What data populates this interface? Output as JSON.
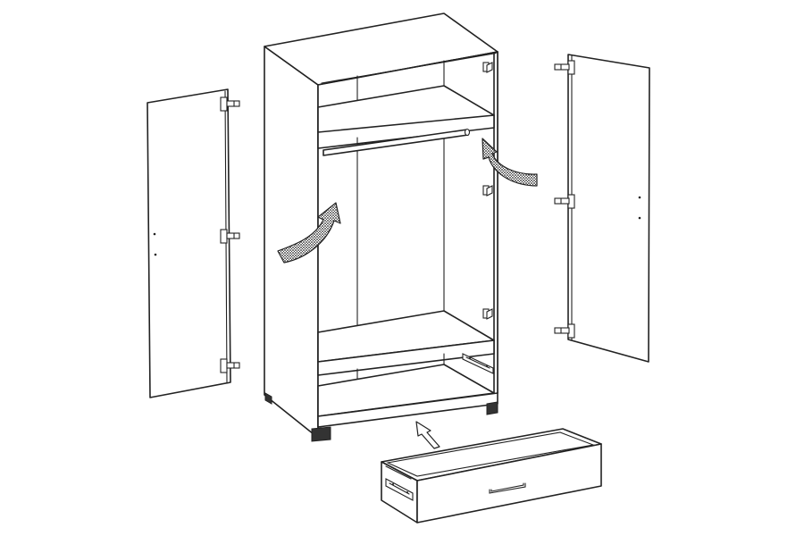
{
  "diagram": {
    "parts": [
      "wardrobe-carcass",
      "left-door",
      "right-door",
      "drawer"
    ],
    "arrows": [
      "left-door-swing-arrow",
      "right-door-swing-arrow",
      "drawer-insert-arrow"
    ],
    "hinges_per_door": 3,
    "colors": {
      "line": "#222222",
      "panel": "#ffffff",
      "arrow_hatch": "#222222"
    }
  }
}
